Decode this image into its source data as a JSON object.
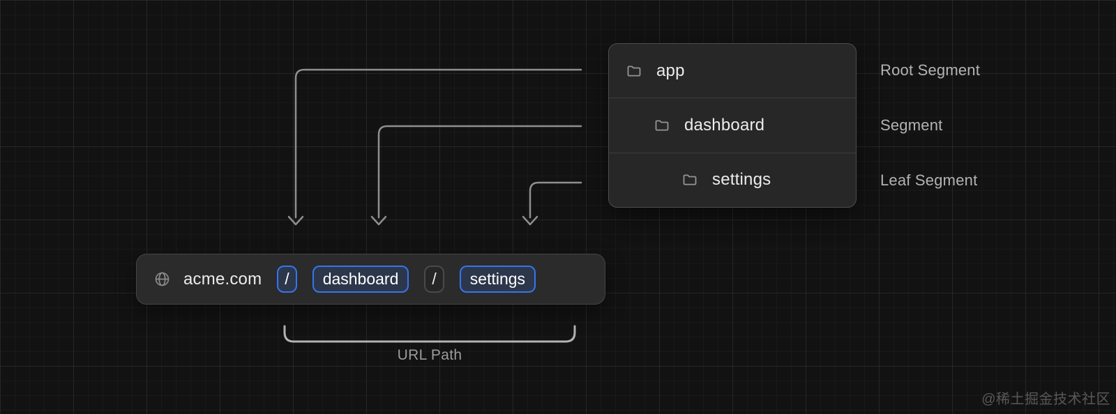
{
  "colors": {
    "accent": "#3575f0",
    "connector": "#8f8f8f"
  },
  "file_tree": {
    "rows": [
      {
        "icon": "folder-icon",
        "label": "app",
        "annotation": "Root Segment"
      },
      {
        "icon": "folder-icon",
        "label": "dashboard",
        "annotation": "Segment"
      },
      {
        "icon": "folder-icon",
        "label": "settings",
        "annotation": "Leaf Segment"
      }
    ]
  },
  "url_bar": {
    "icon": "globe-icon",
    "domain": "acme.com",
    "segments": [
      {
        "text": "/",
        "variant": "accent"
      },
      {
        "text": "dashboard",
        "variant": "accent"
      },
      {
        "text": "/",
        "variant": "muted"
      },
      {
        "text": "settings",
        "variant": "accent"
      }
    ]
  },
  "caption": {
    "url_path_label": "URL Path"
  },
  "watermark": "@稀土掘金技术社区"
}
